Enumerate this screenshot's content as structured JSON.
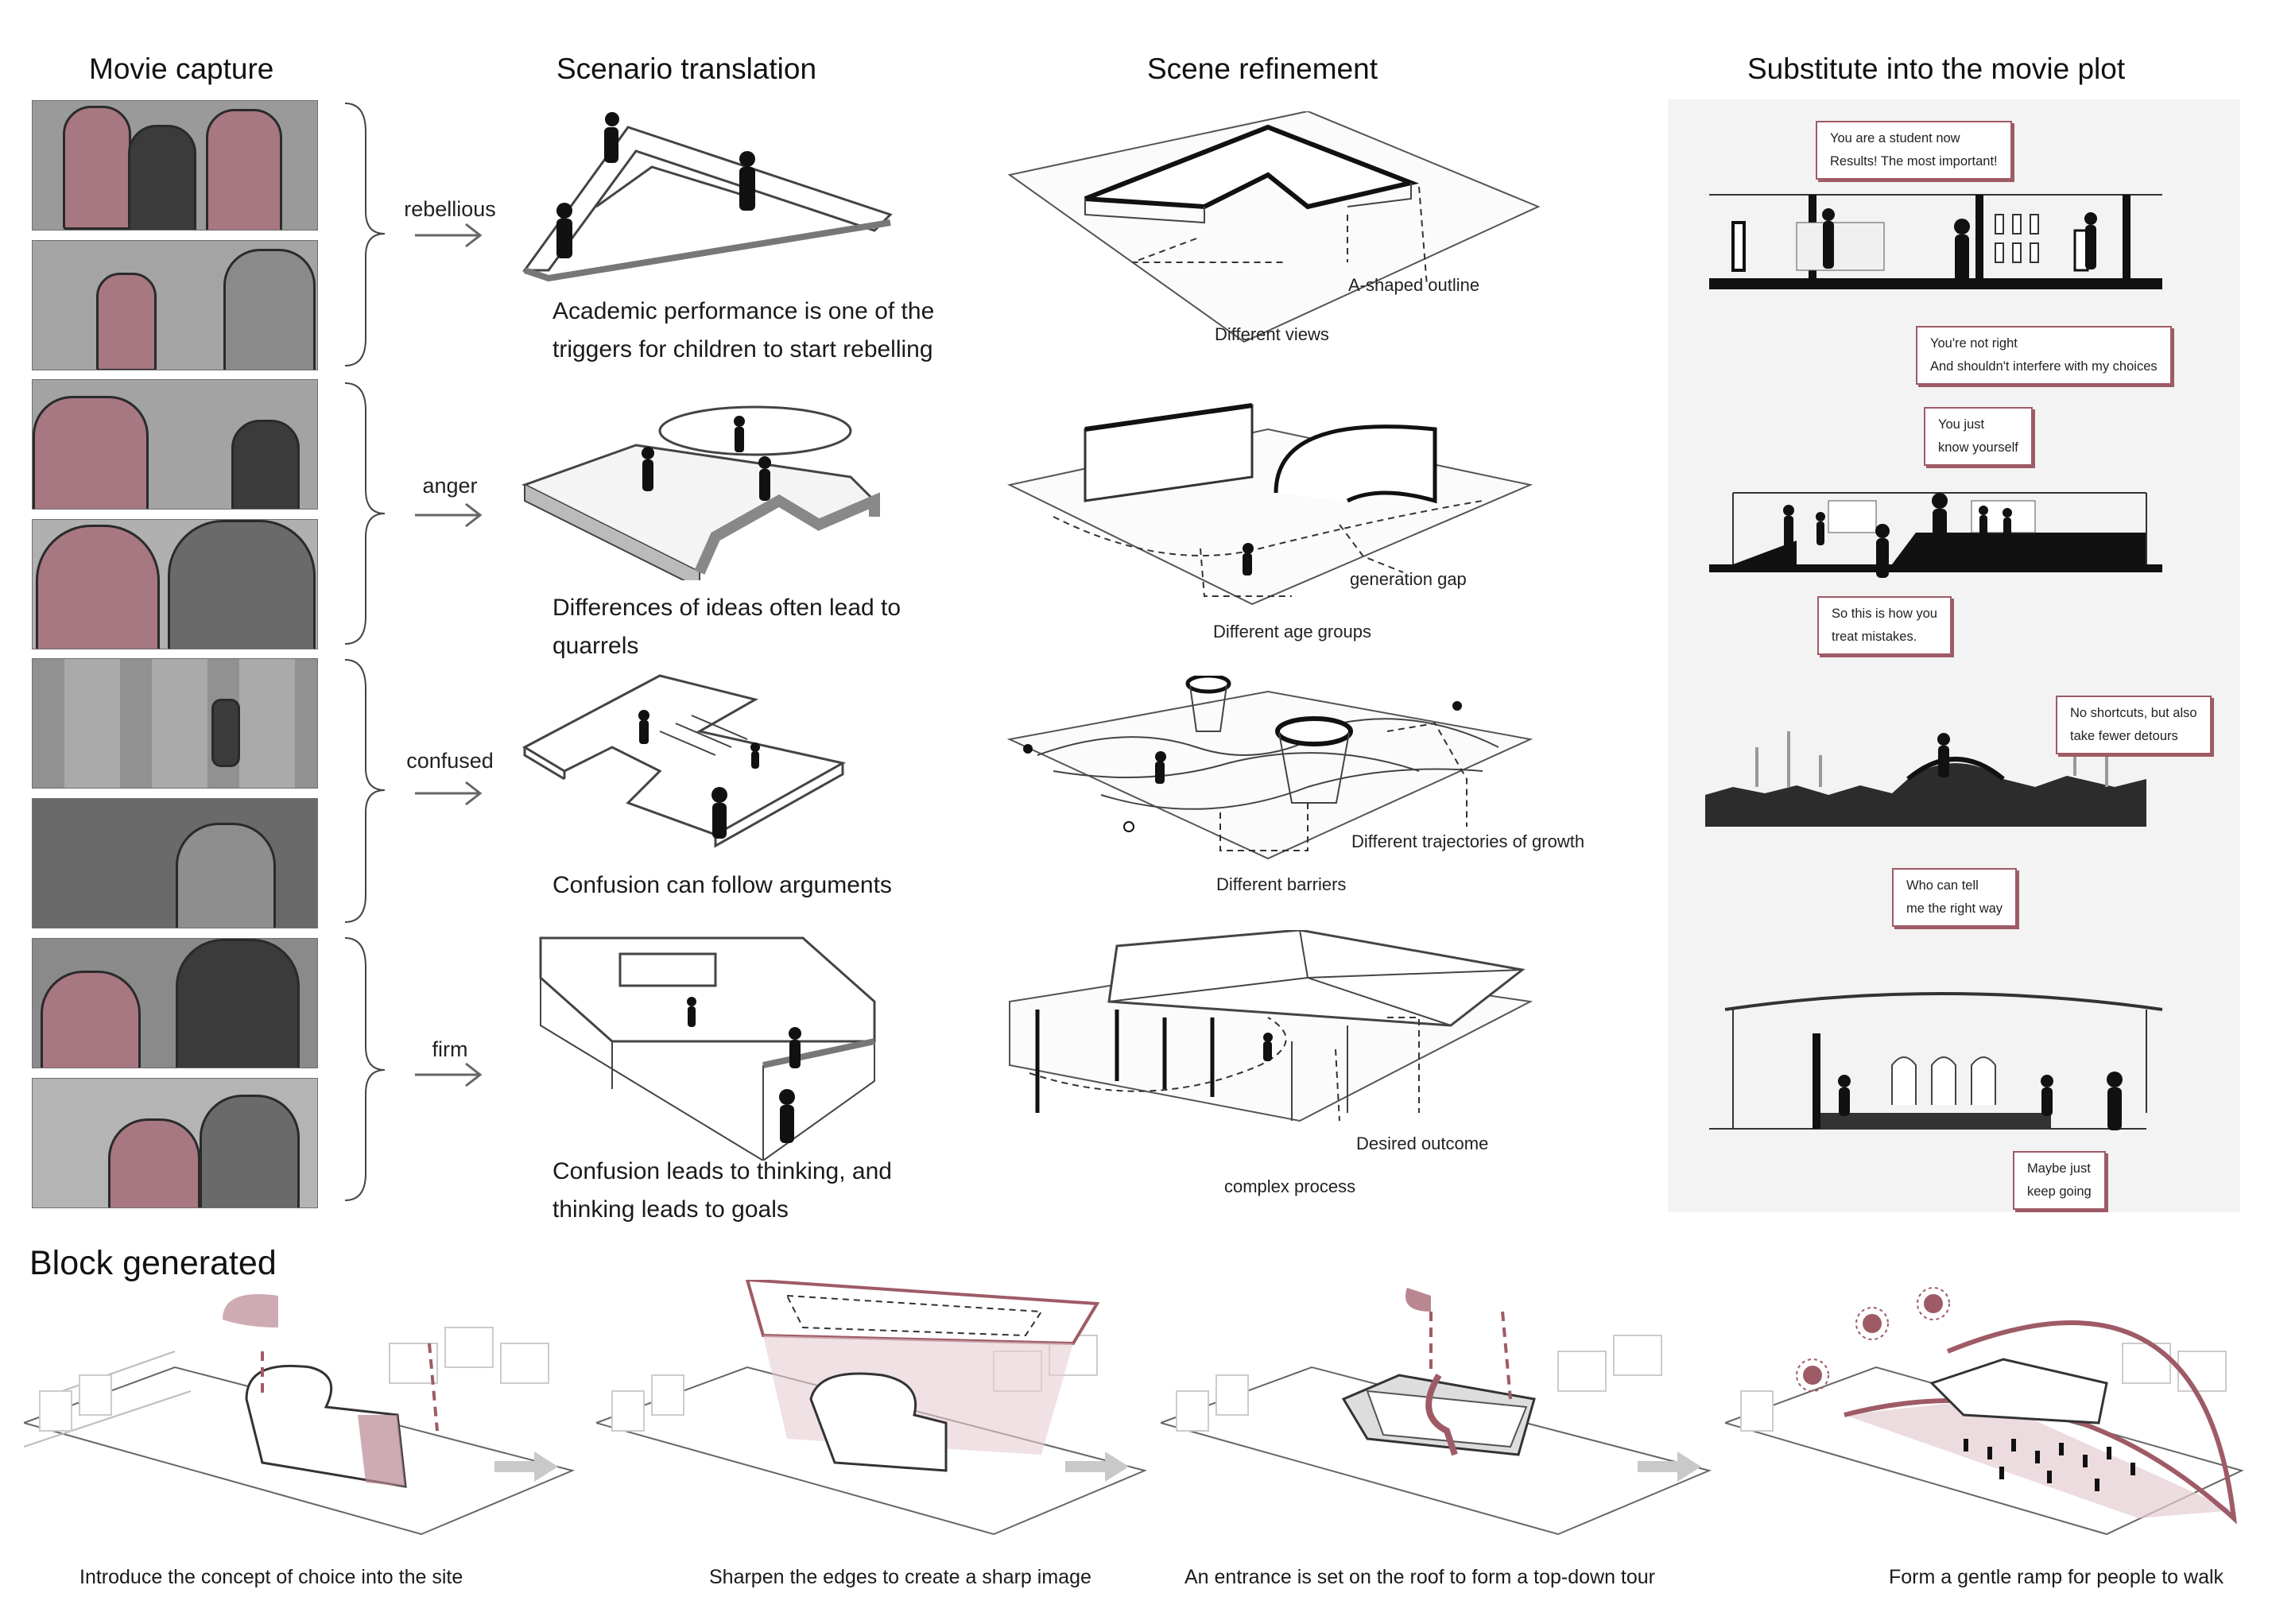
{
  "columns": {
    "movie_capture": "Movie capture",
    "scenario_translation": "Scenario translation",
    "scene_refinement": "Scene refinement",
    "substitute": "Substitute into the movie plot"
  },
  "emotions": [
    "rebellious",
    "anger",
    "confused",
    "firm"
  ],
  "scenarios": [
    {
      "line1": "Academic performance is one of the",
      "line2": "triggers for children to start rebelling"
    },
    {
      "line1": "Differences of ideas often lead to",
      "line2": "quarrels"
    },
    {
      "line1": "Confusion can follow arguments",
      "line2": ""
    },
    {
      "line1": "Confusion leads to thinking, and",
      "line2": "thinking leads to goals"
    }
  ],
  "refinement_labels": {
    "row1": {
      "a": "A-shaped outline",
      "b": "Different views"
    },
    "row2": {
      "a": "generation gap",
      "b": "Different age groups"
    },
    "row3": {
      "a": "Different trajectories of growth",
      "b": "Different barriers"
    },
    "row4": {
      "a": "Desired outcome",
      "b": "complex process"
    }
  },
  "bubbles": {
    "r1a": {
      "l1": "You are a student now",
      "l2": "Results! The most important!"
    },
    "r1b": {
      "l1": "You're not right",
      "l2": "And shouldn't interfere with my choices"
    },
    "r2a": {
      "l1": "You just",
      "l2": "know yourself"
    },
    "r2b": {
      "l1": "So this is how you",
      "l2": "treat mistakes."
    },
    "r3a": {
      "l1": "No shortcuts, but also",
      "l2": "take fewer detours"
    },
    "r3b": {
      "l1": "Who can tell",
      "l2": "me the right way"
    },
    "r4a": {
      "l1": "Maybe just",
      "l2": "keep going"
    }
  },
  "block": {
    "title": "Block generated",
    "steps": [
      "Introduce the concept of choice into the site",
      "Sharpen the edges to create a sharp image",
      "An entrance is set on the roof to form a top-down tour",
      "Form a gentle ramp for people to walk"
    ]
  },
  "colors": {
    "accent": "#9e5b66",
    "accent_fill": "#b98791",
    "line": "#333333",
    "panel": "#f3f3f3"
  }
}
